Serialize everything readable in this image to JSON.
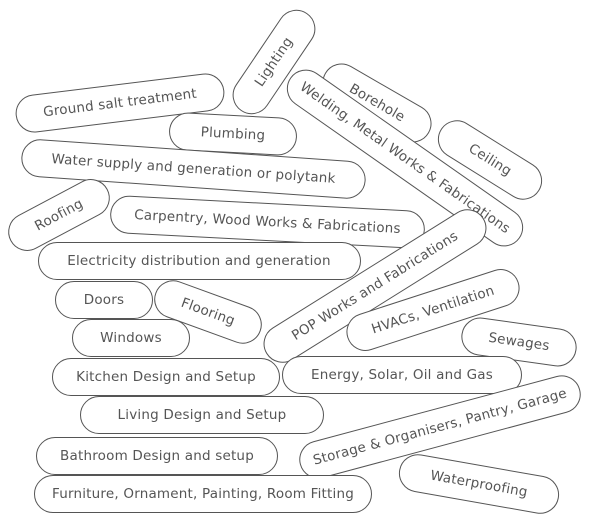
{
  "tags": [
    "Ground salt treatment",
    "Lighting",
    "Borehole",
    "Plumbing",
    "Welding, Metal Works & Fabrications",
    "Ceiling",
    "Water supply and generation or polytank",
    "Roofing",
    "Carpentry, Wood Works & Fabrications",
    "Electricity distribution and generation",
    "POP Works and Fabrications",
    "Doors",
    "Flooring",
    "HVACs, Ventilation",
    "Windows",
    "Sewages",
    "Kitchen Design and Setup",
    "Energy, Solar, Oil and Gas",
    "Living Design and Setup",
    "Storage & Organisers, Pantry, Garage",
    "Bathroom Design and setup",
    "Waterproofing",
    "Furniture, Ornament, Painting, Room Fitting"
  ]
}
